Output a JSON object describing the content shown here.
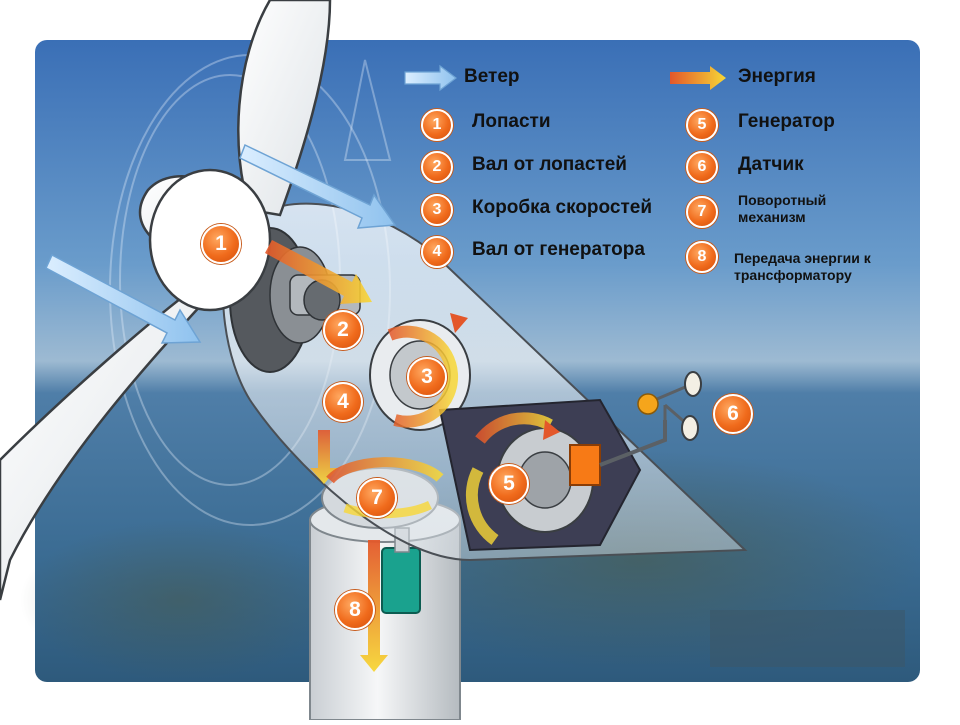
{
  "legend": {
    "wind_label": "Ветер",
    "energy_label": "Энергия",
    "items": [
      {
        "num": "1",
        "label": "Лопасти"
      },
      {
        "num": "2",
        "label": "Вал от лопастей"
      },
      {
        "num": "3",
        "label": "Коробка скоростей"
      },
      {
        "num": "4",
        "label": "Вал от генератора"
      },
      {
        "num": "5",
        "label": "Генератор"
      },
      {
        "num": "6",
        "label": "Датчик"
      },
      {
        "num": "7",
        "label": "Поворотный механизм"
      },
      {
        "num": "8",
        "label": "Передача энергии к трансформатору"
      }
    ]
  },
  "callouts": {
    "c1": "1",
    "c2": "2",
    "c3": "3",
    "c4": "4",
    "c5": "5",
    "c6": "6",
    "c7": "7",
    "c8": "8"
  },
  "colors": {
    "sky_top": "#3f73b8",
    "sea": "#5e8fb5",
    "wind_arrow": "#a9d1f2",
    "energy_start": "#e3572a",
    "energy_end": "#f7d736",
    "badge": "#f06b1c",
    "sensor_cube": "#f77a16",
    "yaw_motor": "#1aa28e"
  },
  "icons": [
    "wind-arrow-icon",
    "energy-arrow-icon"
  ]
}
